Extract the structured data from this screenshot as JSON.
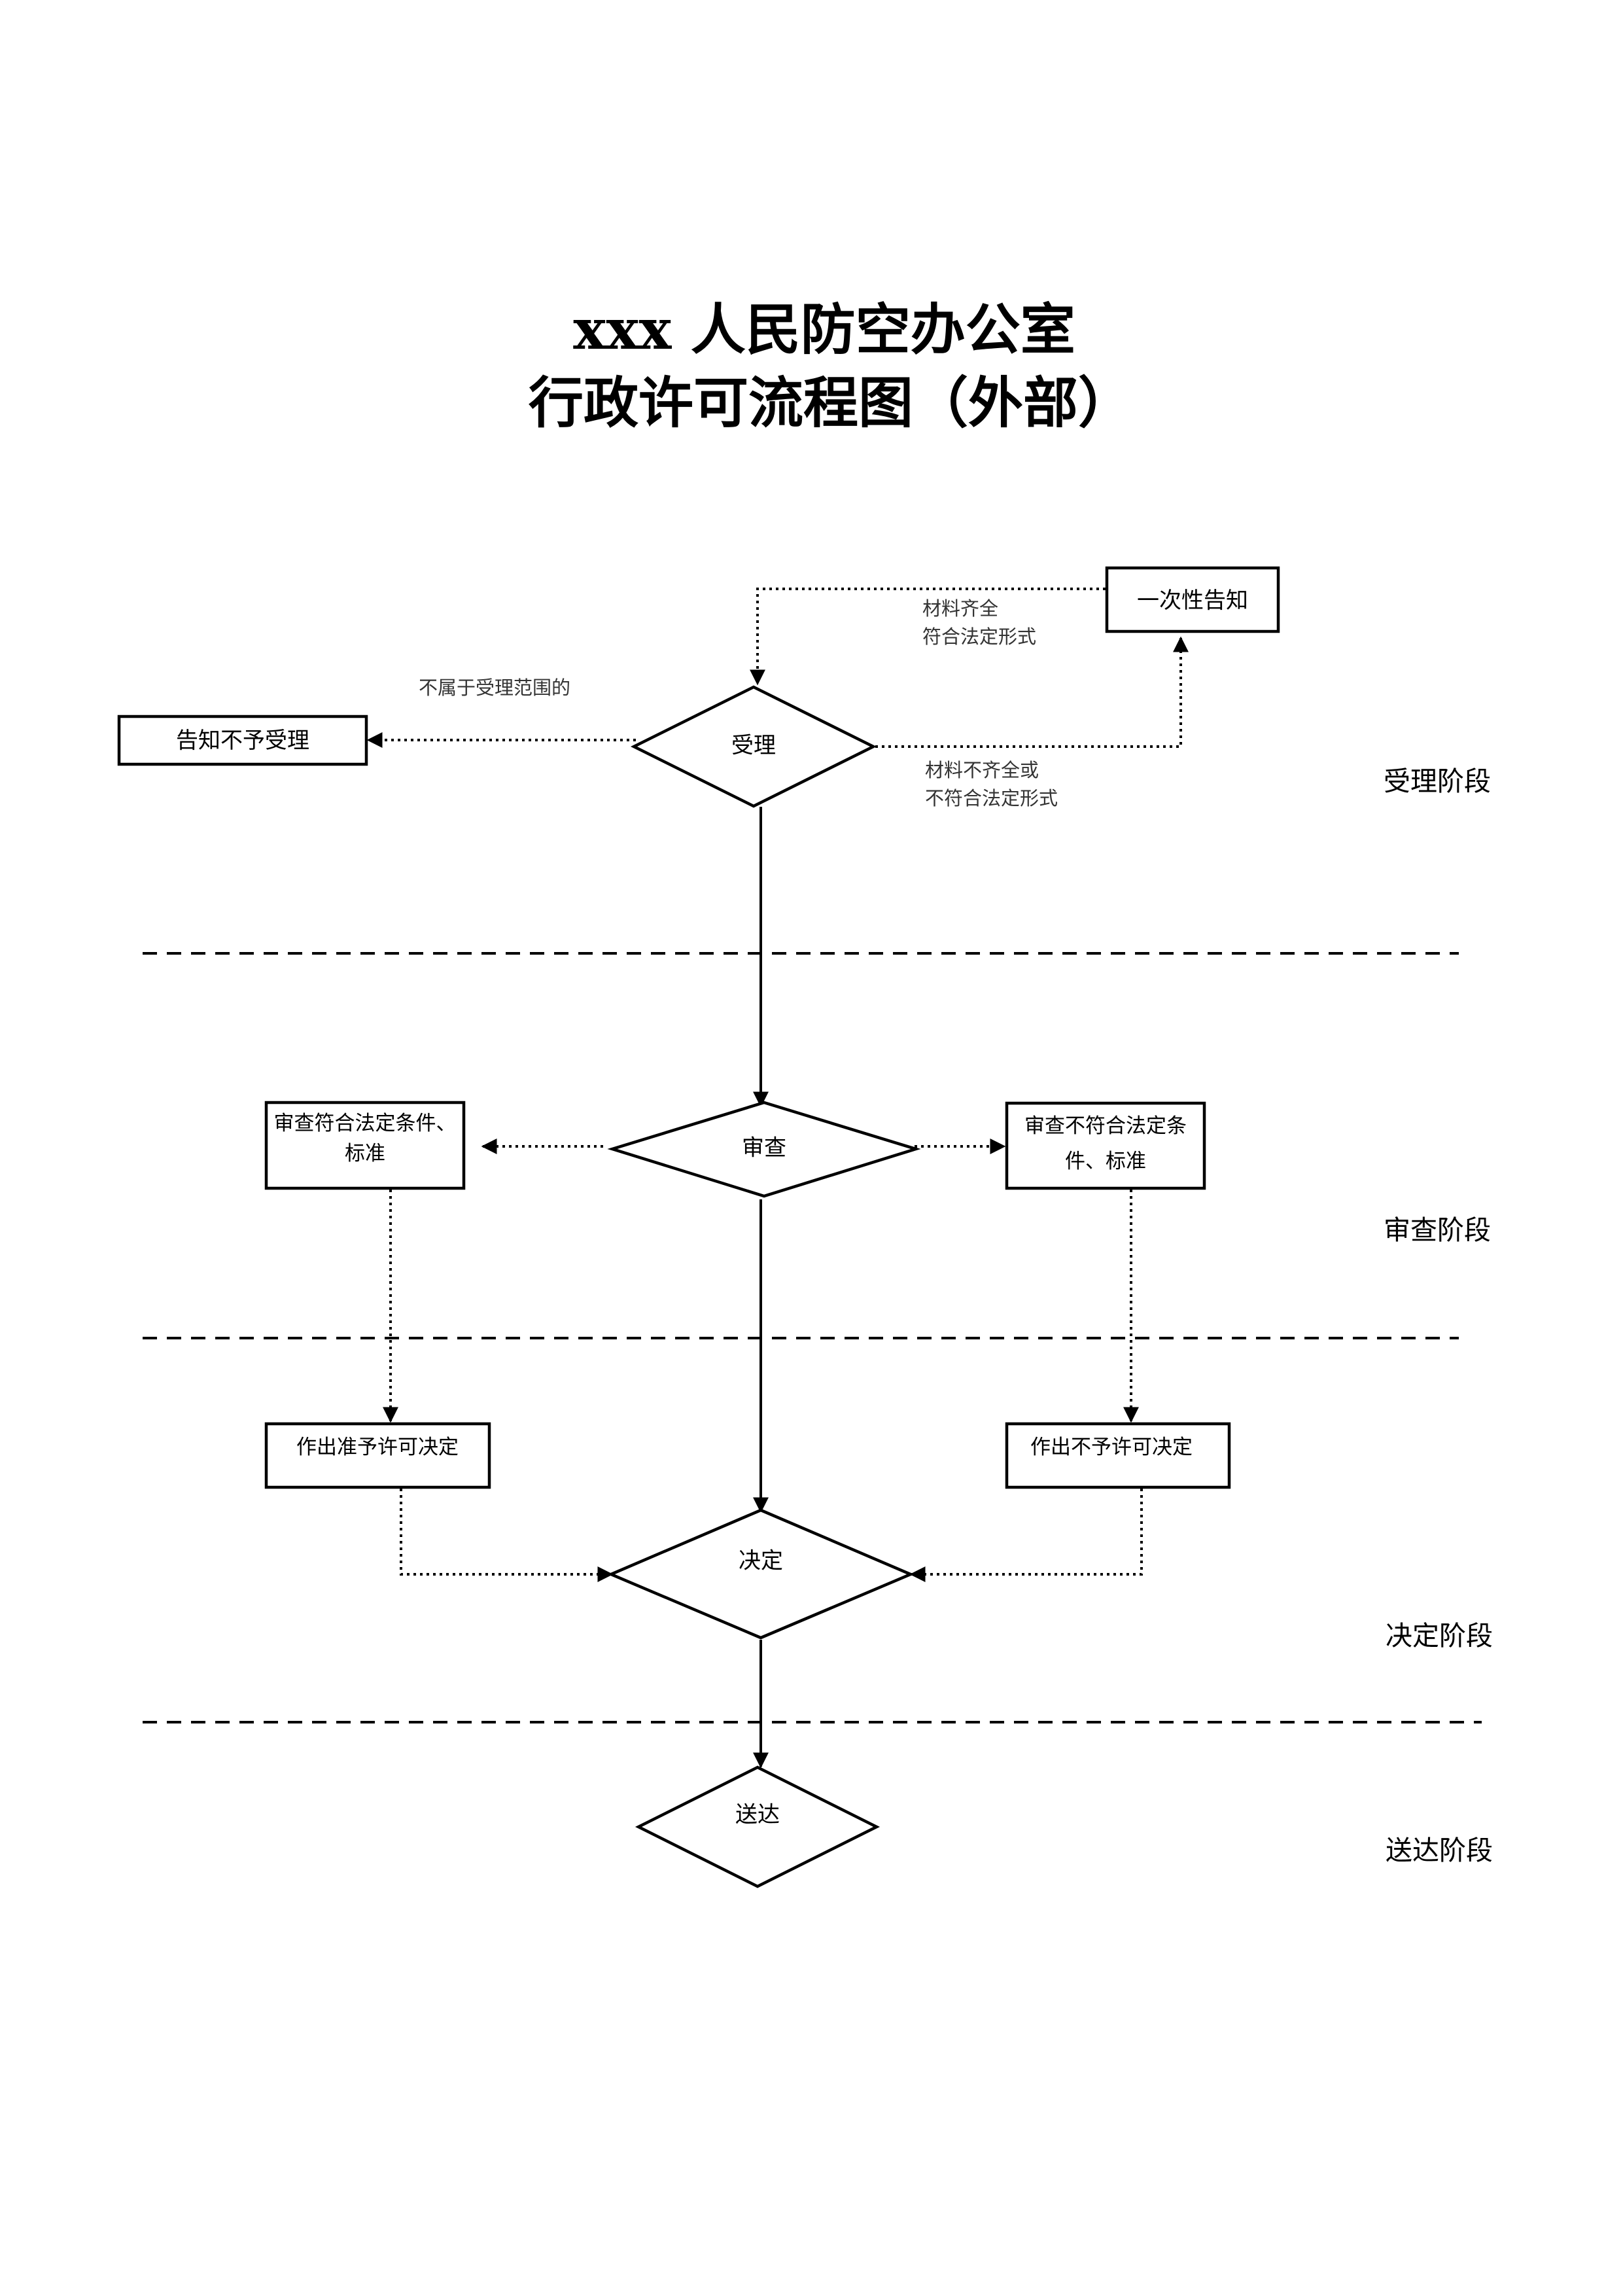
{
  "title": {
    "line1": "xxx 人民防空办公室",
    "line2": "行政许可流程图（外部）"
  },
  "nodes": {
    "once_notice": "一次性告知",
    "reject_notice": "告知不予受理",
    "accept": "受理",
    "review": "审查",
    "review_ok_line1": "审查符合法定条件、",
    "review_ok_line2": "标准",
    "review_fail_line1": "审查不符合法定条",
    "review_fail_line2": "件、标准",
    "grant_decision": "作出准予许可决定",
    "deny_decision": "作出不予许可决定",
    "decide": "决定",
    "deliver": "送达"
  },
  "conditions": {
    "complete_line1": "材料齐全",
    "complete_line2": "符合法定形式",
    "out_of_scope": "不属于受理范围的",
    "incomplete_line1": "材料不齐全或",
    "incomplete_line2": "不符合法定形式"
  },
  "stages": {
    "accept_stage": "受理阶段",
    "review_stage": "审查阶段",
    "decide_stage": "决定阶段",
    "deliver_stage": "送达阶段"
  }
}
